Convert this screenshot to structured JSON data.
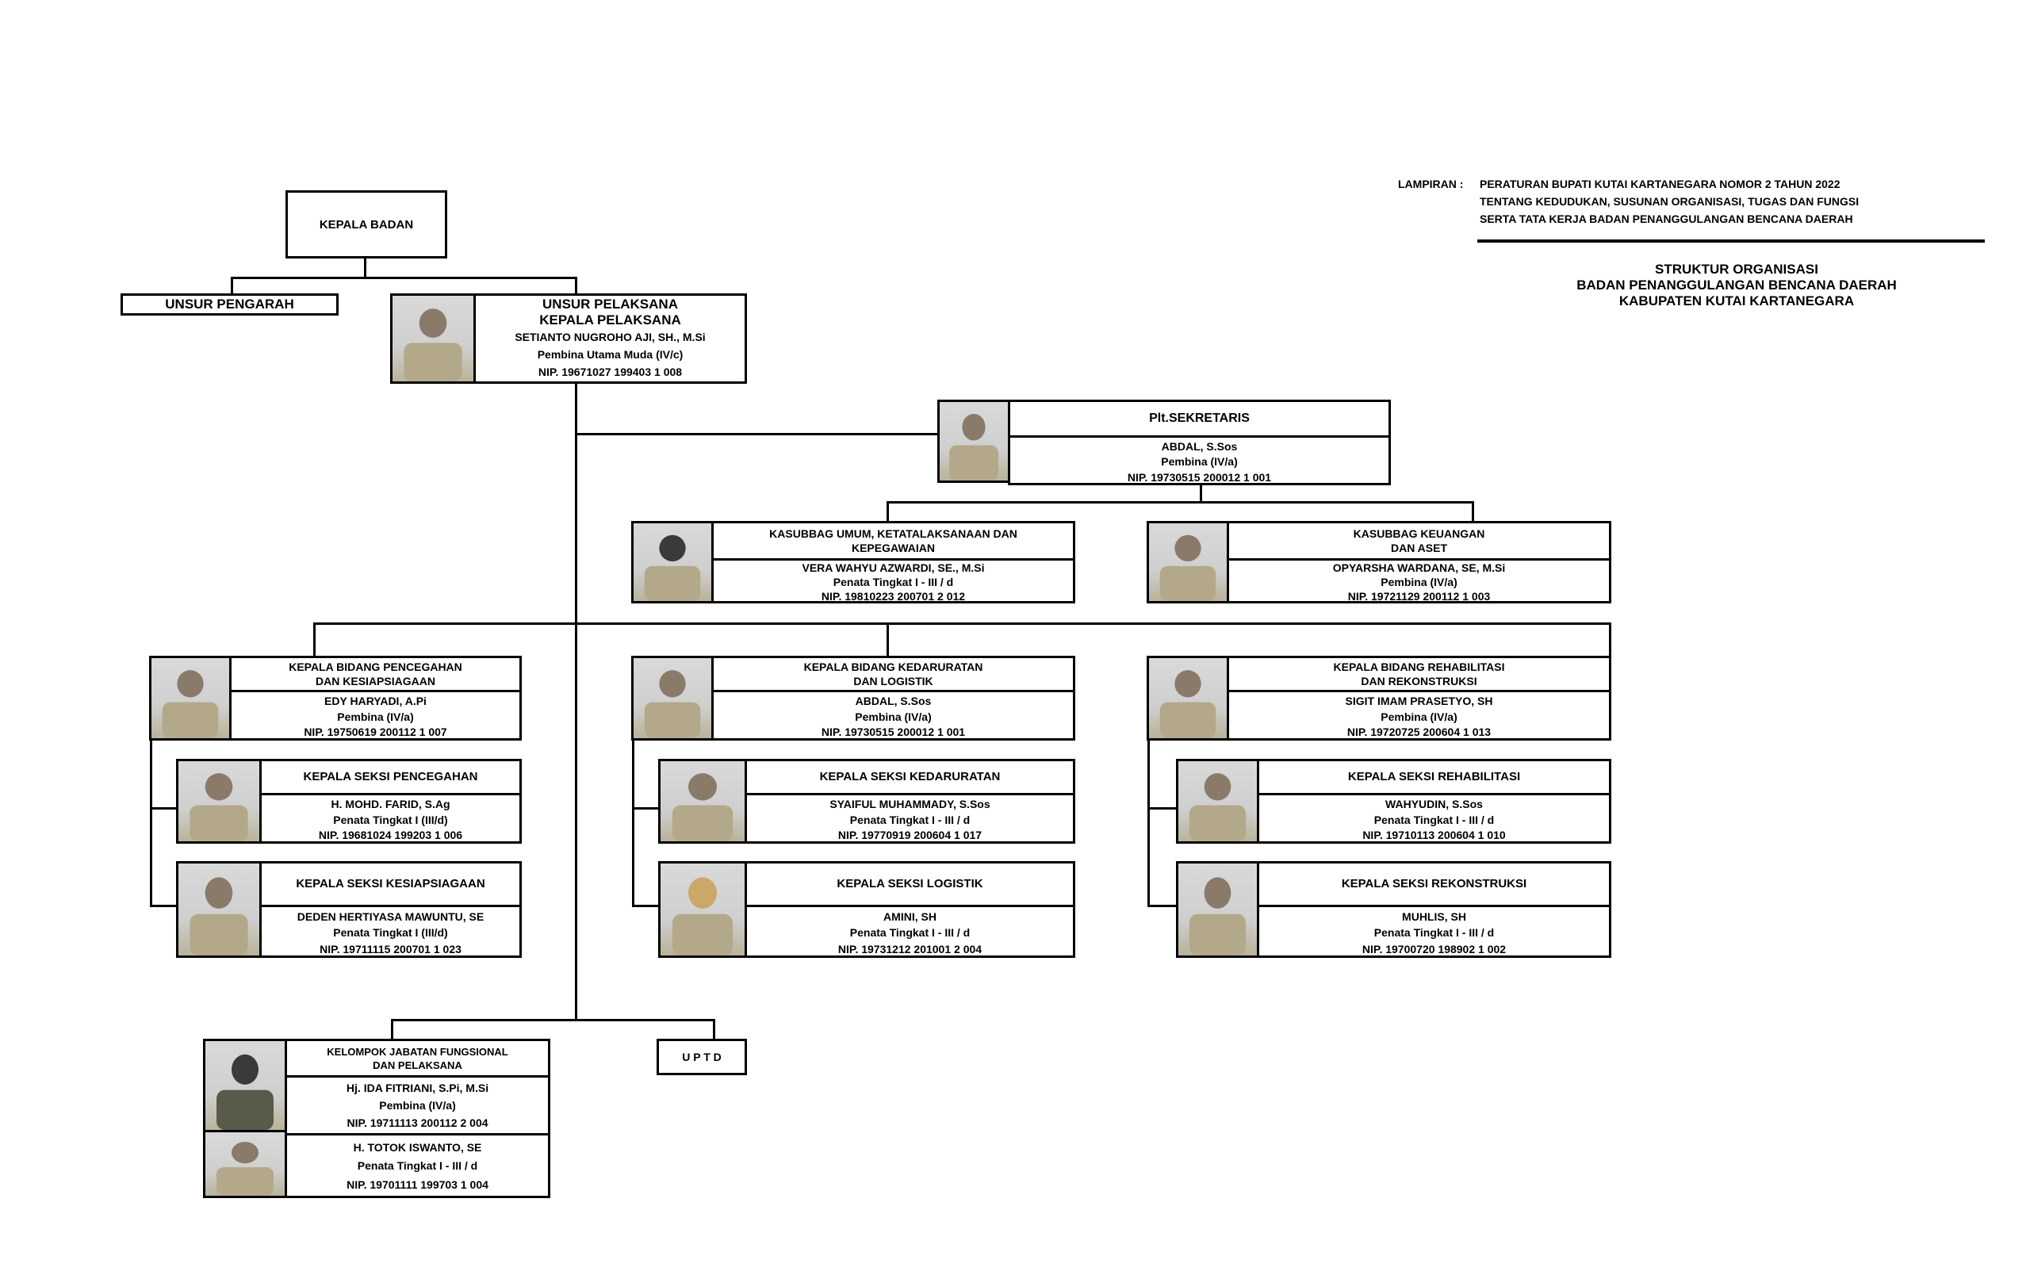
{
  "header": {
    "lampiran_label": "LAMPIRAN :",
    "lines": [
      "PERATURAN BUPATI KUTAI KARTANEGARA NOMOR 2 TAHUN 2022",
      "TENTANG KEDUDUKAN, SUSUNAN ORGANISASI, TUGAS DAN FUNGSI",
      "SERTA TATA KERJA BADAN PENANGGULANGAN BENCANA DAERAH"
    ],
    "title_lines": [
      "STRUKTUR ORGANISASI",
      "BADAN PENANGGULANGAN BENCANA DAERAH",
      "KABUPATEN KUTAI KARTANEGARA"
    ]
  },
  "nodes": {
    "kepala_badan": "KEPALA BADAN",
    "unsur_pengarah": "UNSUR PENGARAH",
    "uptd": "U P T D",
    "pelaksana": {
      "title": [
        "UNSUR PELAKSANA",
        "KEPALA PELAKSANA"
      ],
      "name": "SETIANTO NUGROHO AJI, SH., M.Si",
      "rank": "Pembina Utama Muda (IV/c)",
      "nip": "NIP. 19671027 199403 1 008"
    },
    "sekretaris": {
      "title": [
        "Plt.SEKRETARIS"
      ],
      "name": "ABDAL, S.Sos",
      "rank": "Pembina (IV/a)",
      "nip": "NIP. 19730515 200012 1 001"
    },
    "kasubbag_umum": {
      "title": [
        "KASUBBAG UMUM, KETATALAKSANAAN DAN",
        "KEPEGAWAIAN"
      ],
      "name": "VERA WAHYU AZWARDI, SE., M.Si",
      "rank": "Penata Tingkat I - III / d",
      "nip": "NIP. 19810223 200701 2 012"
    },
    "kasubbag_keuangan": {
      "title": [
        "KASUBBAG KEUANGAN",
        "DAN ASET"
      ],
      "name": "OPYARSHA WARDANA, SE, M.Si",
      "rank": "Pembina (IV/a)",
      "nip": "NIP. 19721129 200112 1 003"
    },
    "kabid_pencegahan": {
      "title": [
        "KEPALA BIDANG PENCEGAHAN",
        "DAN KESIAPSIAGAAN"
      ],
      "name": "EDY HARYADI, A.Pi",
      "rank": "Pembina (IV/a)",
      "nip": "NIP. 19750619 200112 1 007"
    },
    "kabid_kedaruratan": {
      "title": [
        "KEPALA BIDANG KEDARURATAN",
        "DAN LOGISTIK"
      ],
      "name": "ABDAL, S.Sos",
      "rank": "Pembina (IV/a)",
      "nip": "NIP. 19730515 200012 1 001"
    },
    "kabid_rehabilitasi": {
      "title": [
        "KEPALA BIDANG REHABILITASI",
        "DAN REKONSTRUKSI"
      ],
      "name": "SIGIT IMAM PRASETYO, SH",
      "rank": "Pembina (IV/a)",
      "nip": "NIP. 19720725 200604 1 013"
    },
    "kasi_pencegahan": {
      "title": [
        "KEPALA SEKSI PENCEGAHAN"
      ],
      "name": "H. MOHD. FARID, S.Ag",
      "rank": "Penata Tingkat I (III/d)",
      "nip": "NIP. 19681024 199203 1 006"
    },
    "kasi_kesiapsiagaan": {
      "title": [
        "KEPALA SEKSI KESIAPSIAGAAN"
      ],
      "name": "DEDEN HERTIYASA MAWUNTU, SE",
      "rank": "Penata Tingkat I (III/d)",
      "nip": "NIP. 19711115 200701 1 023"
    },
    "kasi_kedaruratan": {
      "title": [
        "KEPALA SEKSI KEDARURATAN"
      ],
      "name": "SYAIFUL MUHAMMADY, S.Sos",
      "rank": "Penata Tingkat I - III / d",
      "nip": "NIP. 19770919 200604 1 017"
    },
    "kasi_logistik": {
      "title": [
        "KEPALA SEKSI LOGISTIK"
      ],
      "name": "AMINI, SH",
      "rank": "Penata Tingkat I - III / d",
      "nip": "NIP. 19731212 201001 2 004"
    },
    "kasi_rehabilitasi": {
      "title": [
        "KEPALA SEKSI REHABILITASI"
      ],
      "name": "WAHYUDIN, S.Sos",
      "rank": "Penata Tingkat I - III / d",
      "nip": "NIP. 19710113 200604 1 010"
    },
    "kasi_rekonstruksi": {
      "title": [
        "KEPALA SEKSI REKONSTRUKSI"
      ],
      "name": "MUHLIS, SH",
      "rank": "Penata Tingkat I - III / d",
      "nip": "NIP. 19700720 198902 1 002"
    },
    "fungsional": {
      "title": [
        "KELOMPOK JABATAN FUNGSIONAL",
        "DAN PELAKSANA"
      ],
      "name": "Hj. IDA FITRIANI, S.Pi, M.Si",
      "rank": "Pembina (IV/a)",
      "nip": "NIP. 19711113 200112 2 004"
    },
    "pelaksana_staf": {
      "name": "H. TOTOK ISWANTO, SE",
      "rank": "Penata Tingkat I - III / d",
      "nip": "NIP. 19701111 199703 1 004"
    }
  }
}
